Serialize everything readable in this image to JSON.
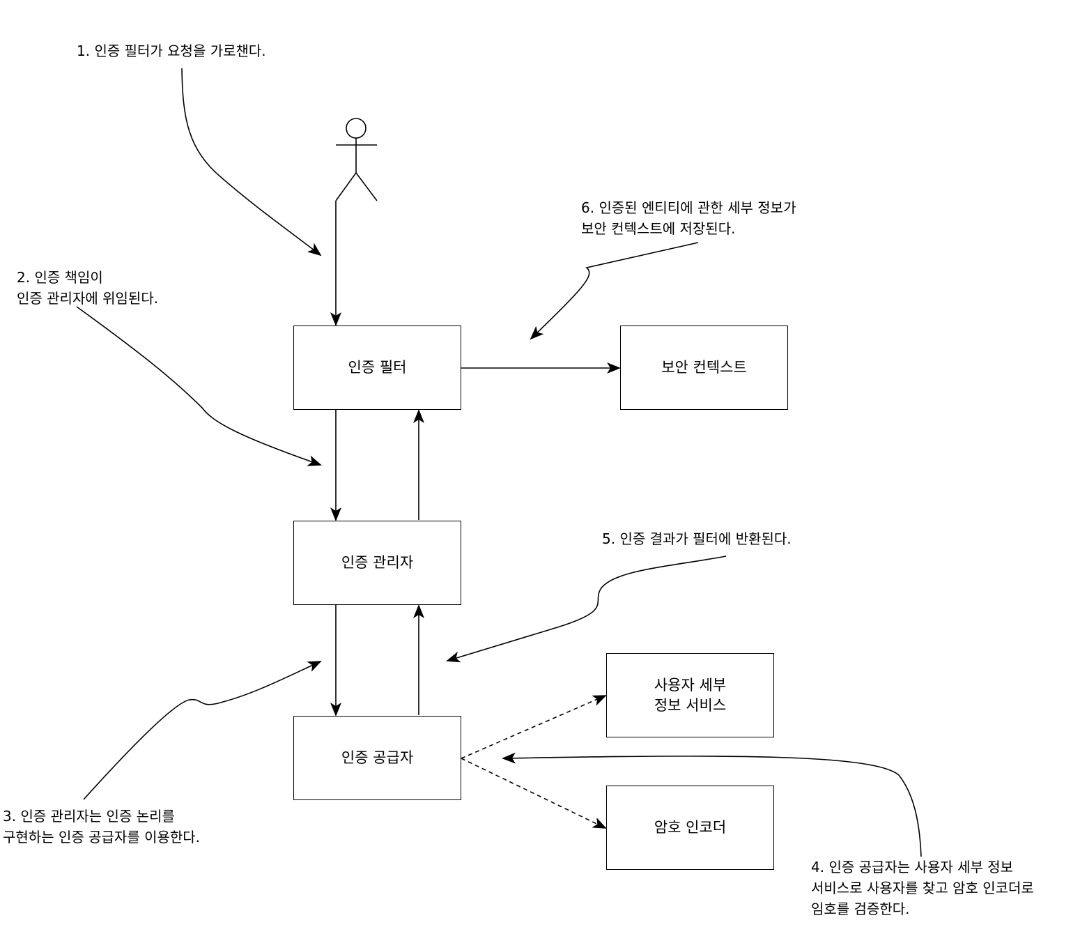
{
  "boxes": {
    "auth_filter": "인증 필터",
    "security_context": "보안 컨텍스트",
    "auth_manager": "인증 관리자",
    "auth_provider": "인증 공급자",
    "user_details_service": "사용자 세부\n정보 서비스",
    "password_encoder": "암호 인코더"
  },
  "notes": {
    "step1": "1. 인증 필터가 요청을 가로챈다.",
    "step2": "2. 인증 책임이\n 인증 관리자에 위임된다.",
    "step3": "3. 인증 관리자는 인증 논리를\n구현하는 인증 공급자를 이용한다.",
    "step4": "4. 인증 공급자는 사용자 세부 정보\n서비스로 사용자를 찾고 암호 인코더로\n임호를 검증한다.",
    "step5": "5. 인증 결과가 필터에 반환된다.",
    "step6": "6. 인증된 엔티티에 관한 세부 정보가\n보안 컨텍스트에 저장된다."
  }
}
